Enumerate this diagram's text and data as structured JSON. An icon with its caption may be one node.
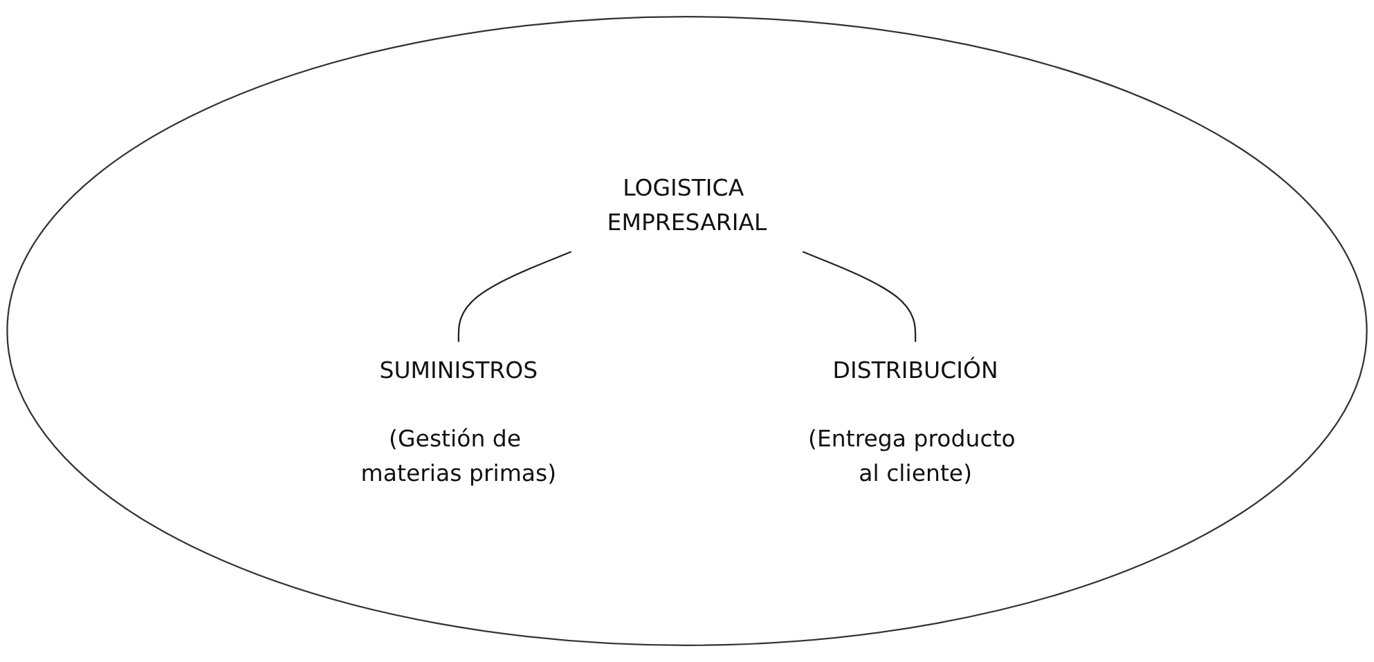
{
  "diagram": {
    "nodes": [
      {
        "text": [],
        "shape": "ellipse"
      },
      {
        "text": [
          "LOGISTICA EMPRESARIAL"
        ],
        "in": 0
      },
      {
        "text": [
          "SUMINISTROS",
          "(Gestión de materias primas)"
        ],
        "in": 0
      },
      {
        "text": [
          "DISTRIBUCIÓN",
          "(Entrega producto al cliente)"
        ],
        "in": 0
      }
    ],
    "edges": [
      {
        "from": 1,
        "to": 2,
        "arrow": "none"
      },
      {
        "from": 1,
        "to": 3,
        "arrow": "none"
      }
    ]
  }
}
